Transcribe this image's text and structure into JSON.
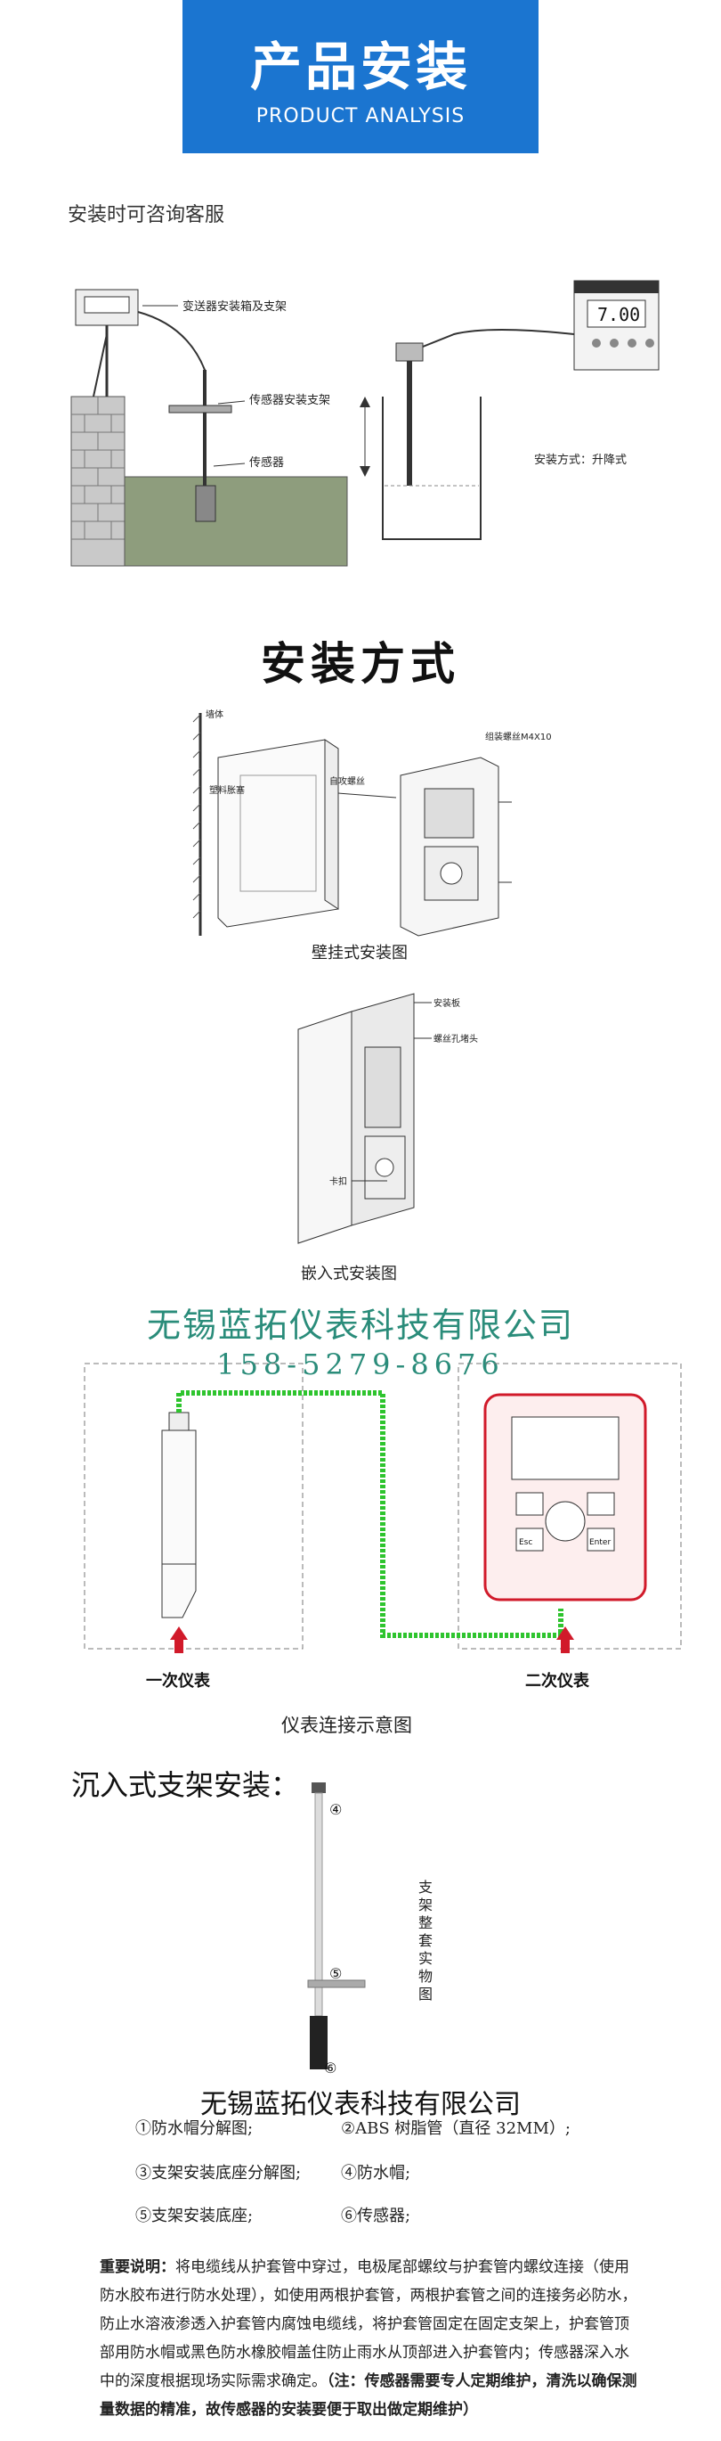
{
  "header": {
    "title": "产品安装",
    "subtitle": "PRODUCT ANALYSIS",
    "band_color": "#1b75d0"
  },
  "consult_note": "安装时可咨询客服",
  "diagram1": {
    "label_box": "变送器安装箱及支架",
    "label_bracket": "传感器安装支架",
    "label_sensor": "传感器",
    "label_lift": "安装方式：升降式",
    "display_value": "7.00"
  },
  "install_title": "安装方式",
  "wall": {
    "label_wall": "墙体",
    "label_screw": "自攻螺丝",
    "label_plug": "塑料胀塞",
    "label_bolt": "组装螺丝M4X10",
    "caption": "壁挂式安装图"
  },
  "embed": {
    "label_panel": "安装板",
    "label_hole": "螺丝孔堵头",
    "label_clip": "卡扣",
    "caption": "嵌入式安装图"
  },
  "company": "无锡蓝拓仪表科技有限公司",
  "phone": "158-5279-8676",
  "connection": {
    "primary_label": "一次仪表",
    "secondary_label": "二次仪表",
    "caption": "仪表连接示意图",
    "key_enter": "Enter",
    "key_esc": "Esc",
    "accent": "#d11a2a",
    "cable": "#2ec42e"
  },
  "immersion": {
    "heading": "沉入式支架安装：",
    "vertical_caption": "支架整套实物图",
    "marker_4": "④",
    "marker_5": "⑤",
    "marker_6": "⑥",
    "company": "无锡蓝拓仪表科技有限公司",
    "parts": [
      "①防水帽分解图;",
      "②ABS 树脂管（直径 32MM）;",
      "③支架安装底座分解图;",
      "④防水帽;",
      "⑤支架安装底座;",
      "⑥传感器;"
    ],
    "notes_label": "重要说明：",
    "notes_body": "将电缆线从护套管中穿过，电极尾部螺纹与护套管内螺纹连接（使用防水胶布进行防水处理），如使用两根护套管，两根护套管之间的连接务必防水，防止水溶液渗透入护套管内腐蚀电缆线，将护套管固定在固定支架上，护套管顶部用防水帽或黑色防水橡胶帽盖住防止雨水从顶部进入护套管内；传感器深入水中的深度根据现场实际需求确定。",
    "notes_strong": "（注：传感器需要专人定期维护，清洗以确保测量数据的精准，故传感器的安装要便于取出做定期维护）"
  }
}
